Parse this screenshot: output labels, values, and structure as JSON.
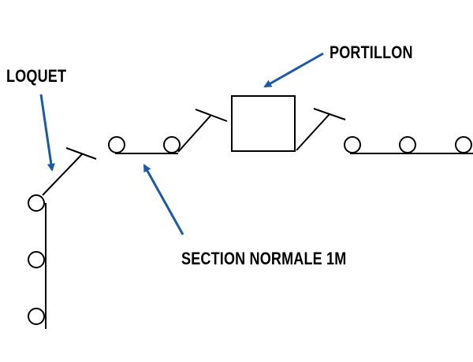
{
  "labels": {
    "latch": "LOQUET",
    "gate": "PORTILLON",
    "normal_section": "SECTION NORMALE 1M"
  },
  "colors": {
    "line": "#000000",
    "arrow": "#1a5aa6",
    "background": "#ffffff"
  }
}
